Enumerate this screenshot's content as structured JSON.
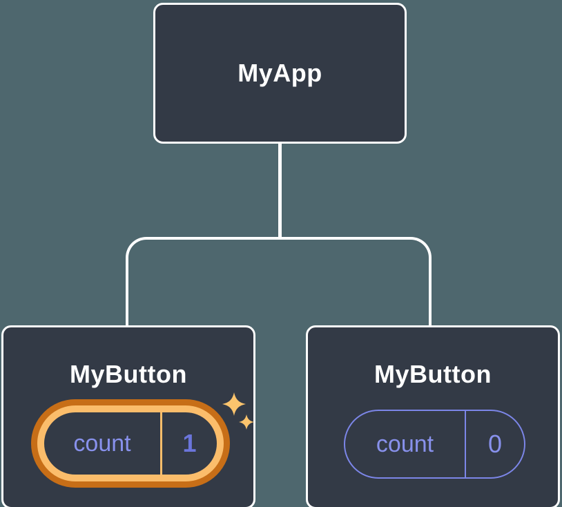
{
  "diagram": {
    "title": "react-component-tree-state-diagram",
    "root": {
      "label": "MyApp"
    },
    "children": [
      {
        "label": "MyButton",
        "state_label": "count",
        "state_value": "1",
        "highlighted": true
      },
      {
        "label": "MyButton",
        "state_label": "count",
        "state_value": "0",
        "highlighted": false
      }
    ]
  },
  "colors": {
    "background": "#4E676E",
    "node_fill": "#333A46",
    "node_border": "#FFFFFF",
    "text_primary": "#FFFFFF",
    "state_text_purple": "#8891EC",
    "state_value_purple": "#6B75DB",
    "pill_border_purple": "#7C86E8",
    "highlight_outer_orange": "#C76E17",
    "highlight_inner_orange": "#FBBD6B",
    "sparkle_gold": "#FBC46D"
  },
  "icons": {
    "sparkles": "sparkles-icon"
  }
}
